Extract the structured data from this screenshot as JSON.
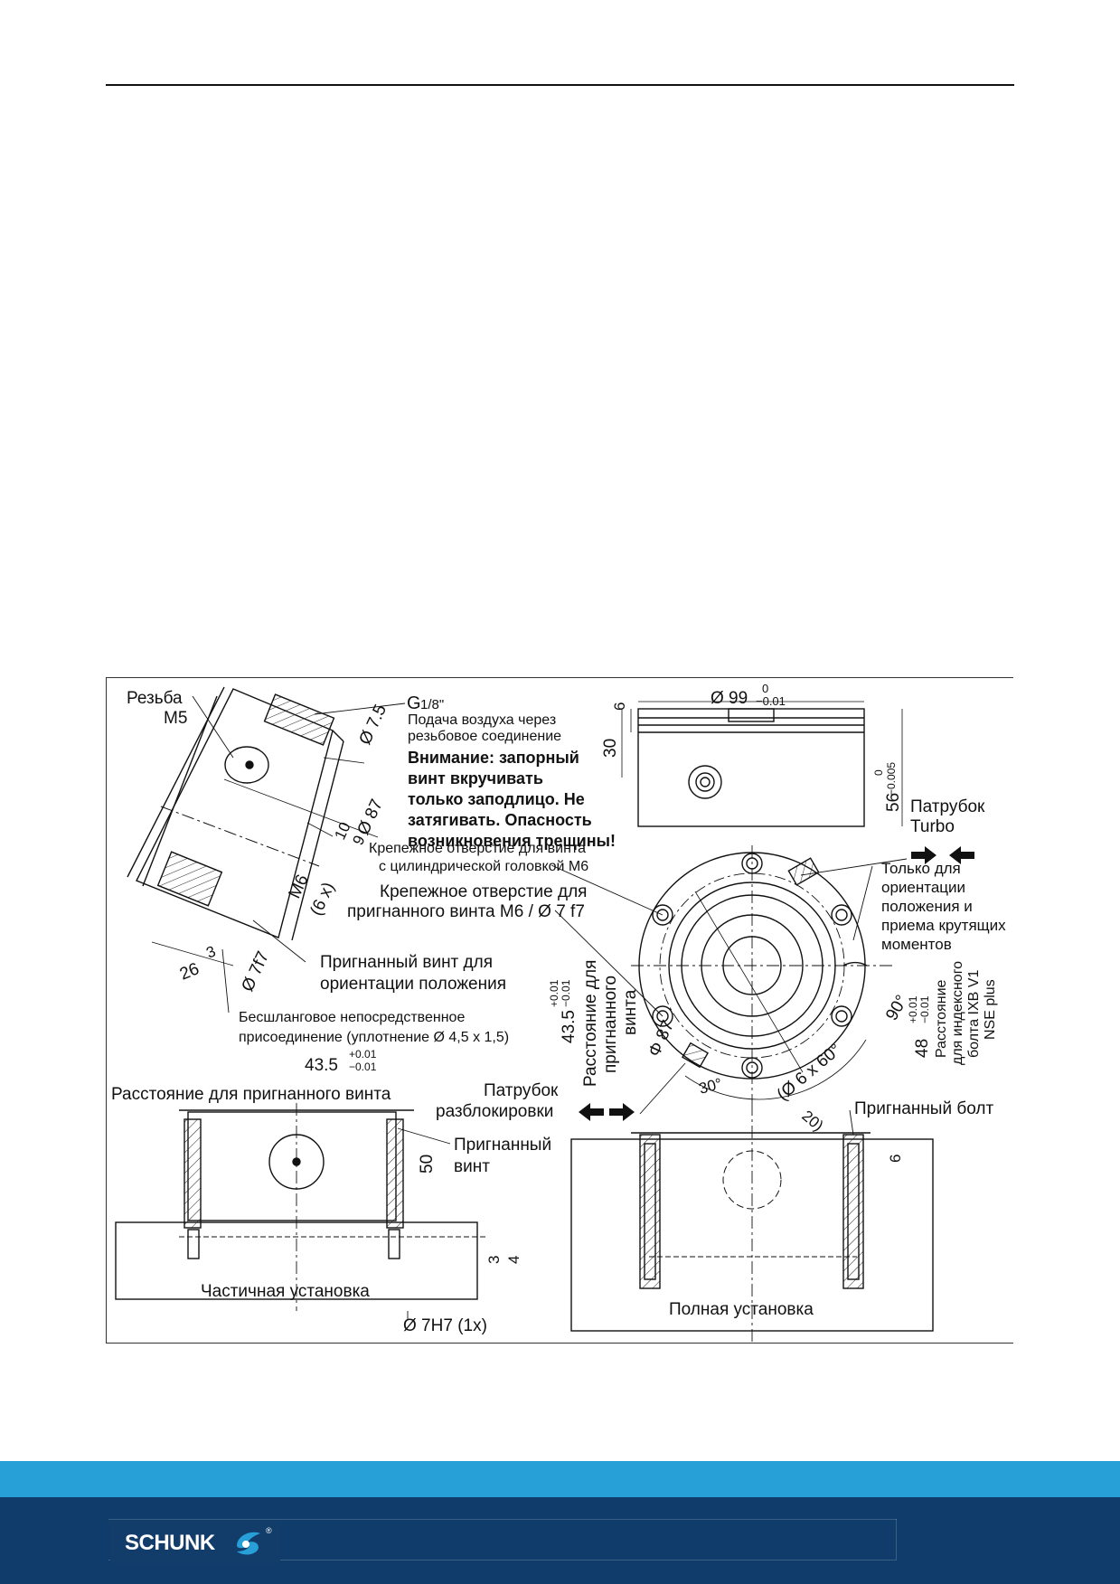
{
  "theme": {
    "footer_light": "#27a0d8",
    "footer_dark": "#0f3c6b",
    "line": "#111111"
  },
  "labels": {
    "thread_m5_1": "Резьба",
    "thread_m5_2": "M5",
    "g18": "G",
    "g18_sup": "1/8\"",
    "air_feed_1": "Подача воздуха через",
    "air_feed_2": "резьбовое соединение",
    "warning_1": "Внимание: запорный",
    "warning_2": "винт вкручивать",
    "warning_3": "только заподлицо. Не",
    "warning_4": "затягивать.  Опасность",
    "warning_5": "возникновения трещины!",
    "d75": "Ø 7.5",
    "d87": "Ø 87",
    "dim10": "10",
    "dim9": "9",
    "m6": "M6",
    "six_x": "(6 x)",
    "dim3": "3",
    "dim26": "26",
    "d7f7": "Ø 7f7",
    "fitted_screw_orient_1": "Пригнанный винт для",
    "fitted_screw_orient_2": "ориентации положения",
    "hoseless_1": "Бесшланговое непосредственное",
    "hoseless_2": "присоединение (уплотнение Ø 4,5 x 1,5)",
    "mount_hole_m6_1": "Крепежное отверстие для винта",
    "mount_hole_m6_2": "с цилиндрической головкой M6",
    "mount_hole_fit_1": "Крепежное отверстие для",
    "mount_hole_fit_2": "пригнанного винта M6 / Ø 7 f7",
    "d99": "Ø 99",
    "d99_tol_up": "0",
    "d99_tol_dn": "−0.01",
    "dim6": "6",
    "dim30": "30",
    "dim56": "56",
    "dim56_tol_up": "0",
    "dim56_tol_dn": "−0.005",
    "turbo_1": "Патрубок",
    "turbo_2": "Turbo",
    "only_orient_1": "Только для",
    "only_orient_2": "ориентации",
    "only_orient_3": "положения и",
    "only_orient_4": "приема крутящих",
    "only_orient_5": "моментов",
    "dist_fit_screw_v_1": "Расстояние для",
    "dist_fit_screw_v_2": "пригнанного",
    "dist_fit_screw_v_3": "винта",
    "dim435": "43.5",
    "tol_p001": "+0.01",
    "tol_m001": "−0.01",
    "phi87": "Φ 87",
    "dim90": "90°",
    "dim48": "48",
    "dist_index_1": "Расстояние",
    "dist_index_2": "для индексного",
    "dist_index_3": "болта IXB V1",
    "dist_index_4": "NSE plus",
    "d6x60": "(Ø 6 x 60°",
    "dim30deg": "30°",
    "dim20": "20)",
    "dist_fit_screw_h": "Расстояние для пригнанного винта",
    "release_1": "Патрубок",
    "release_2": "разблокировки",
    "fitted_bolt": "Пригнанный болт",
    "fitted_screw_1": "Пригнанный",
    "fitted_screw_2": "винт",
    "dim50": "50",
    "dim4": "4",
    "partial": "Частичная установка",
    "d7h7": "Ø 7H7 (1x)",
    "full": "Полная установка"
  },
  "footer": {
    "logo_text": "SCHUNK",
    "logo_reg": "®"
  }
}
